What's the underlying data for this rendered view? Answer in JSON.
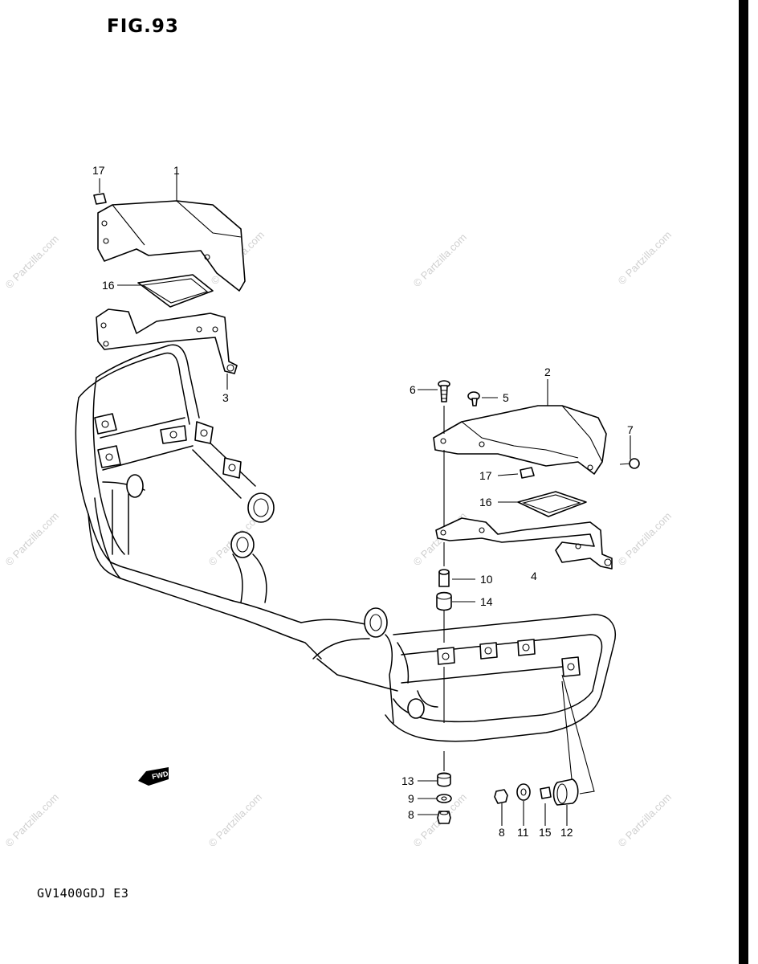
{
  "figure_title": "FIG.93",
  "model_code": "GV1400GDJ E3",
  "watermark": "© Partzilla.com",
  "direction_label": "FWD",
  "callouts": {
    "c17_top": "17",
    "c1": "1",
    "c16_top": "16",
    "c3": "3",
    "c6": "6",
    "c5": "5",
    "c2": "2",
    "c7": "7",
    "c17_right": "17",
    "c16_right": "16",
    "c4": "4",
    "c10": "10",
    "c14": "14",
    "c13": "13",
    "c9": "9",
    "c8_left": "8",
    "c8_bottom": "8",
    "c11": "11",
    "c15": "15",
    "c12": "12"
  }
}
